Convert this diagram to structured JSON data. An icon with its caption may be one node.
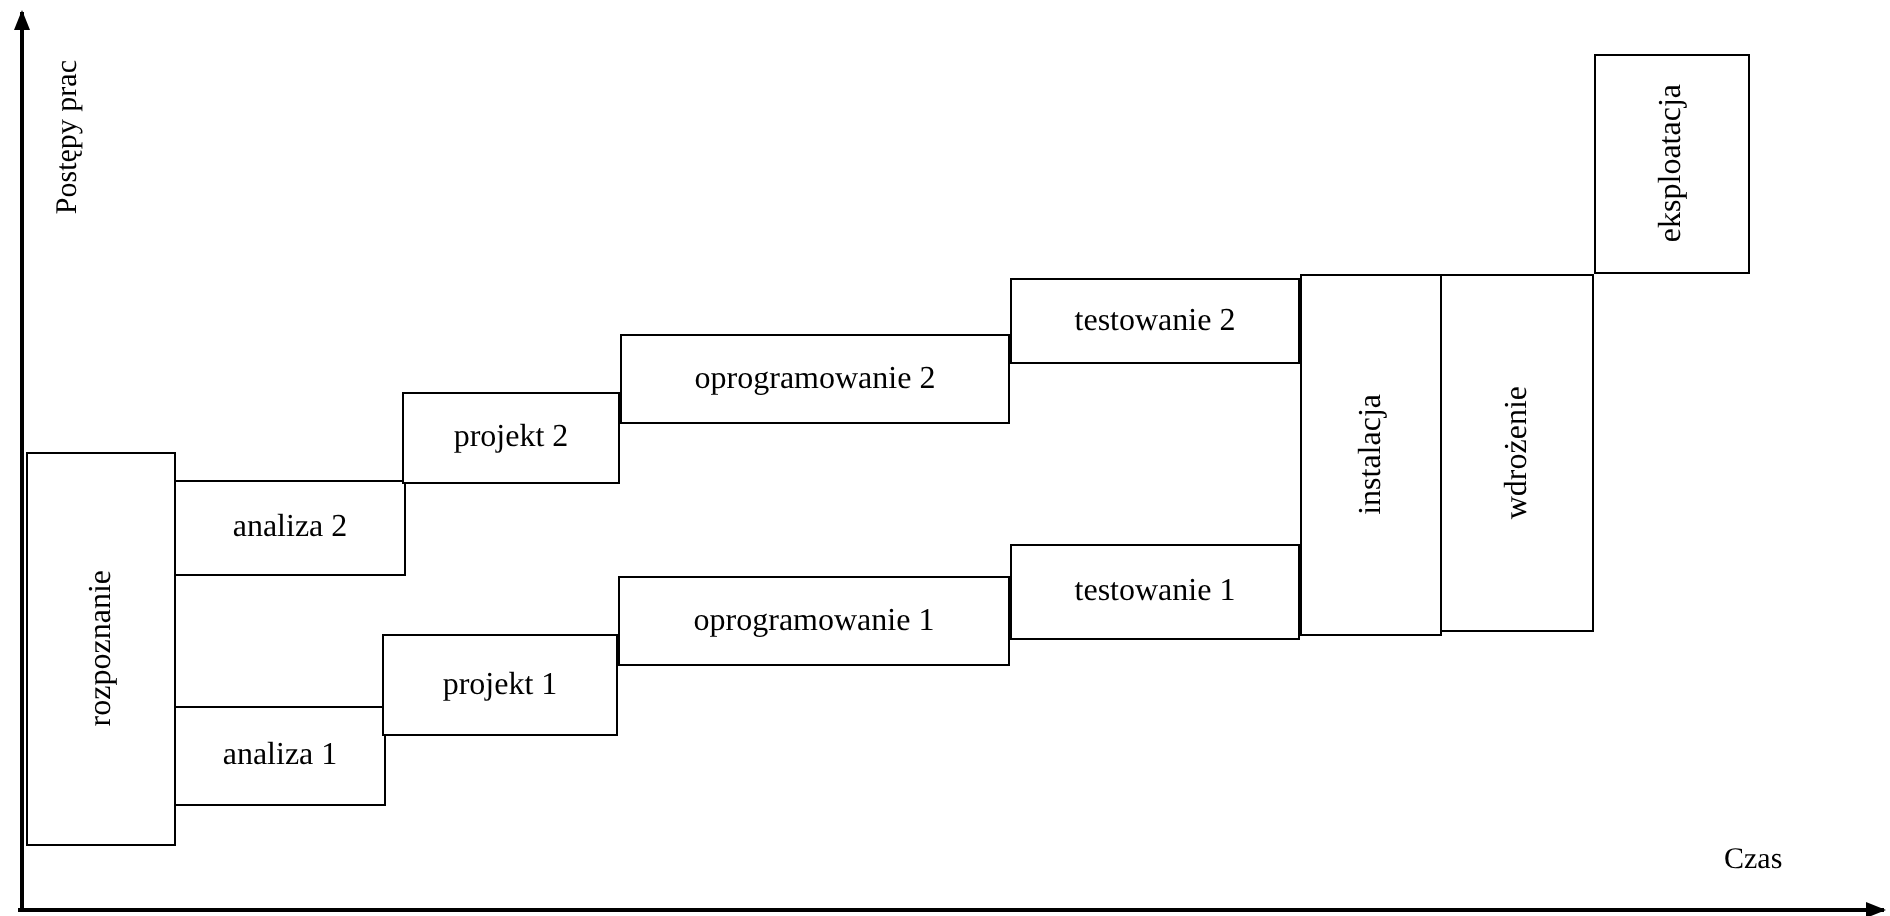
{
  "diagram": {
    "nodes": [
      {
        "text": [
          "rozpoznanie"
        ]
      },
      {
        "text": [
          "analiza 2"
        ]
      },
      {
        "text": [
          "analiza 1"
        ]
      },
      {
        "text": [
          "projekt 2"
        ]
      },
      {
        "text": [
          "projekt 1"
        ]
      },
      {
        "text": [
          "oprogramowanie 2"
        ]
      },
      {
        "text": [
          "oprogramowanie 1"
        ]
      },
      {
        "text": [
          "testowanie 2"
        ]
      },
      {
        "text": [
          "testowanie 1"
        ]
      },
      {
        "text": [
          "instalacja"
        ]
      },
      {
        "text": [
          "wdrożenie"
        ]
      },
      {
        "text": [
          "eksploatacja"
        ]
      }
    ],
    "labels": [
      "Postępy prac",
      "Czas"
    ]
  }
}
